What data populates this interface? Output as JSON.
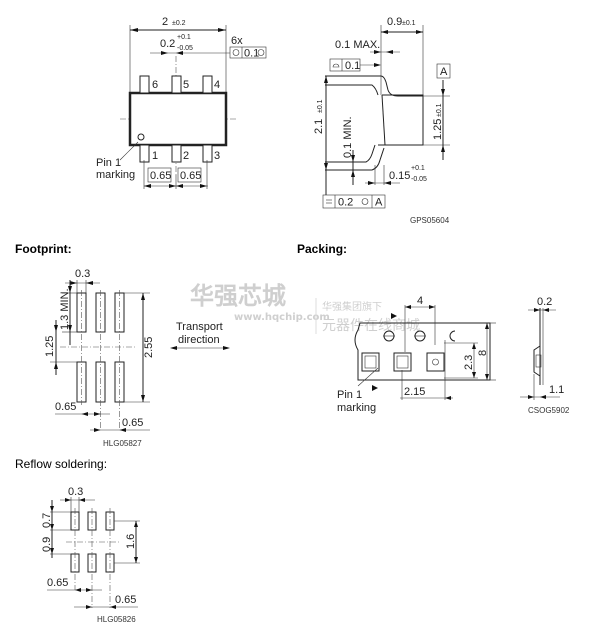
{
  "top_view": {
    "width_dim": "2",
    "width_tol": "±0.2",
    "lead_width": "0.2",
    "lead_tol_plus": "+0.1",
    "lead_tol_minus": "-0.05",
    "count": "6x",
    "position_tol": "0.1",
    "pins": [
      "1",
      "2",
      "3",
      "4",
      "5",
      "6"
    ],
    "pin1_label_1": "Pin 1",
    "pin1_label_2": "marking",
    "pitch_1": "0.65",
    "pitch_2": "0.65"
  },
  "side_view": {
    "height_dim": "0.9",
    "height_tol": "±0.1",
    "max_label": "0.1 MAX.",
    "profile_tol": "0.1",
    "datum": "A",
    "total_dim": "2.1",
    "total_tol": "±0.1",
    "body_dim": "1.25",
    "body_tol": "±0.1",
    "min_label": "0.1 MIN.",
    "thickness": "0.15",
    "thickness_plus": "+0.1",
    "thickness_minus": "-0.05",
    "sym_tol": "0.2",
    "sym_datum": "A",
    "code": "GPS05604"
  },
  "footprint": {
    "heading": "Footprint:",
    "pad_width": "0.3",
    "pad_len": "1.3 MIN.",
    "gap": "1.25",
    "span": "2.55",
    "pitch_1": "0.65",
    "pitch_2": "0.65",
    "code": "HLG05827"
  },
  "transport": {
    "line1": "Transport",
    "line2": "direction"
  },
  "packing": {
    "heading": "Packing:",
    "pitch": "4",
    "pocket": "2.3",
    "tape_width": "8",
    "offset": "2.15",
    "pin1_line1": "Pin 1",
    "pin1_line2": "marking",
    "thickness": "0.2",
    "depth": "1.1",
    "code": "CSOG5902"
  },
  "reflow": {
    "heading": "Reflow soldering:",
    "pad_width": "0.3",
    "pad_len": "0.7",
    "total": "0.9",
    "span": "1.6",
    "pitch_1": "0.65",
    "pitch_2": "0.65",
    "code": "HLG05826"
  },
  "watermark": {
    "brand": "华强芯城",
    "url": "www.hqchip.com",
    "line1": "华强集团旗下",
    "line2": "元器件在线商城"
  }
}
